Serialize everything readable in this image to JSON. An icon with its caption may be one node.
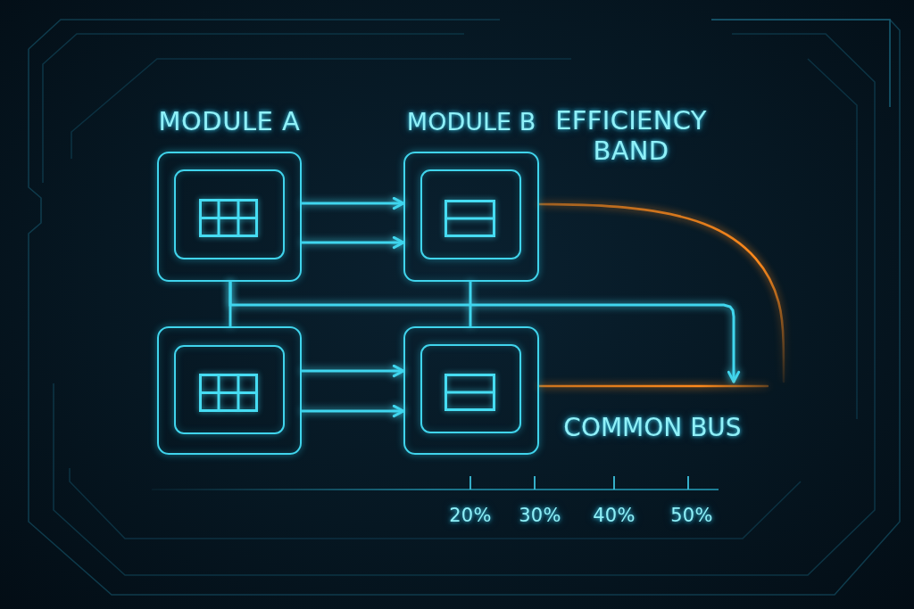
{
  "diagram": {
    "nodes": [
      {
        "text": [
          "MODULE A"
        ]
      },
      {
        "text": [],
        "shape": "box",
        "in": 0
      },
      {
        "text": [
          "MODULE B"
        ]
      },
      {
        "text": [],
        "shape": "box",
        "in": 2
      },
      {
        "text": [],
        "shape": "box"
      },
      {
        "text": [],
        "shape": "box",
        "in": 4
      },
      {
        "text": [],
        "shape": "box"
      },
      {
        "text": [],
        "shape": "box",
        "in": 6
      }
    ],
    "edges": [
      {
        "from": 0,
        "to": 2,
        "arrow": "to"
      },
      {
        "from": 0,
        "to": 2,
        "arrow": "to"
      },
      {
        "from": 4,
        "to": 6,
        "arrow": "to"
      },
      {
        "from": 4,
        "to": 6,
        "arrow": "to"
      },
      {
        "from": 0,
        "to": 4,
        "arrow": "none"
      },
      {
        "from": 2,
        "to": 6,
        "arrow": "none"
      },
      {
        "from": 0,
        "to": null,
        "arrow": "to"
      },
      {
        "from": 2,
        "to": null,
        "arrow": "none",
        "color": "#ff8a1c"
      },
      {
        "from": 6,
        "to": null,
        "arrow": "none",
        "color": "#ff8a1c"
      }
    ],
    "labels": [
      "EFFICIENCY BAND",
      "COMMON BUS",
      "20%",
      "30%",
      "40%",
      "50%"
    ]
  }
}
